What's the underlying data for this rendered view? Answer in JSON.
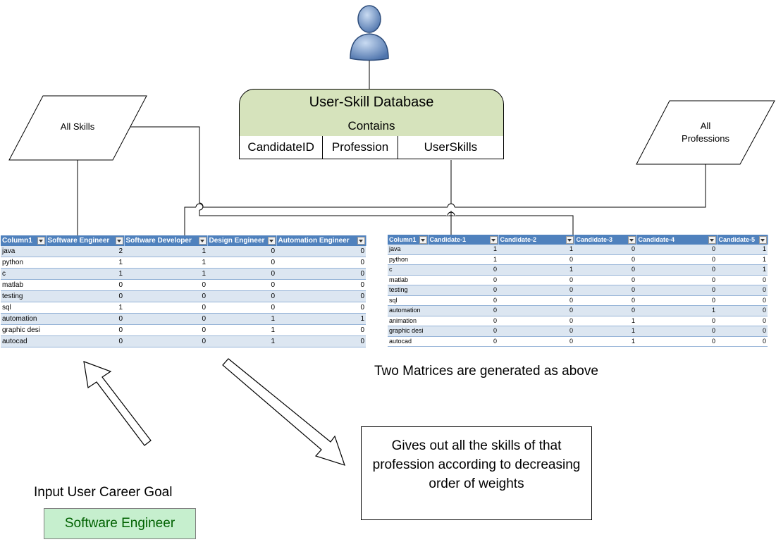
{
  "database": {
    "title": "User-Skill Database",
    "subtitle": "Contains",
    "fields": [
      "CandidateID",
      "Profession",
      "UserSkills"
    ]
  },
  "inputs": {
    "all_skills": "All Skills",
    "all_professions_line1": "All",
    "all_professions_line2": "Professions"
  },
  "icons": {
    "user": "user-icon",
    "arrow_up": "arrow-up-left-icon",
    "arrow_down": "arrow-down-right-icon"
  },
  "colors": {
    "db_header": "#d6e3bc",
    "table_header": "#4f81bd",
    "goal_fill": "#c6efce",
    "goal_text": "#006100"
  },
  "profession_skill_matrix": {
    "headers": [
      "Column1",
      "Software Engineer",
      "Software Developer",
      "Design Engineer",
      "Automation Engineer"
    ],
    "rows": [
      [
        "java",
        "2",
        "1",
        "0",
        "0"
      ],
      [
        "python",
        "1",
        "1",
        "0",
        "0"
      ],
      [
        "c",
        "1",
        "1",
        "0",
        "0"
      ],
      [
        "matlab",
        "0",
        "0",
        "0",
        "0"
      ],
      [
        "testing",
        "0",
        "0",
        "0",
        "0"
      ],
      [
        "sql",
        "1",
        "0",
        "0",
        "0"
      ],
      [
        "automation",
        "0",
        "0",
        "1",
        "1"
      ],
      [
        "graphic desi",
        "0",
        "0",
        "1",
        "0"
      ],
      [
        "autocad",
        "0",
        "0",
        "1",
        "0"
      ]
    ]
  },
  "candidate_skill_matrix": {
    "headers": [
      "Column1",
      "Candidate-1",
      "Candidate-2",
      "Candidate-3",
      "Candidate-4",
      "Candidate-5"
    ],
    "rows": [
      [
        "java",
        "1",
        "1",
        "0",
        "0",
        "1"
      ],
      [
        "python",
        "1",
        "0",
        "0",
        "0",
        "1"
      ],
      [
        "c",
        "0",
        "1",
        "0",
        "0",
        "1"
      ],
      [
        "matlab",
        "0",
        "0",
        "0",
        "0",
        "0"
      ],
      [
        "testing",
        "0",
        "0",
        "0",
        "0",
        "0"
      ],
      [
        "sql",
        "0",
        "0",
        "0",
        "0",
        "0"
      ],
      [
        "automation",
        "0",
        "0",
        "0",
        "1",
        "0"
      ],
      [
        "animation",
        "0",
        "0",
        "1",
        "0",
        "0"
      ],
      [
        "graphic desi",
        "0",
        "0",
        "1",
        "0",
        "0"
      ],
      [
        "autocad",
        "0",
        "0",
        "1",
        "0",
        "0"
      ]
    ]
  },
  "matrices_caption": "Two Matrices are generated as above",
  "input_label": "Input User Career Goal",
  "career_goal": "Software Engineer",
  "result_text": "Gives out all the skills of that profession according to decreasing order of weights"
}
